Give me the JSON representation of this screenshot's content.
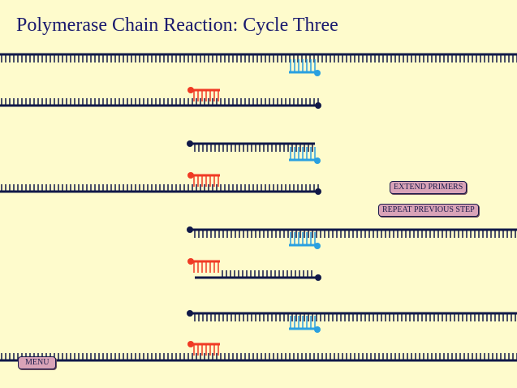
{
  "title": "Polymerase Chain Reaction:  Cycle Three",
  "buttons": {
    "extend": "EXTEND PRIMERS",
    "repeat": "REPEAT PREVIOUS STEP",
    "menu": "MENU"
  },
  "colors": {
    "background": "#FEFBCC",
    "template_strand": "#101848",
    "forward_primer": "#F03A24",
    "reverse_primer": "#2AA0E0",
    "button_fill": "#D9A3B8"
  }
}
